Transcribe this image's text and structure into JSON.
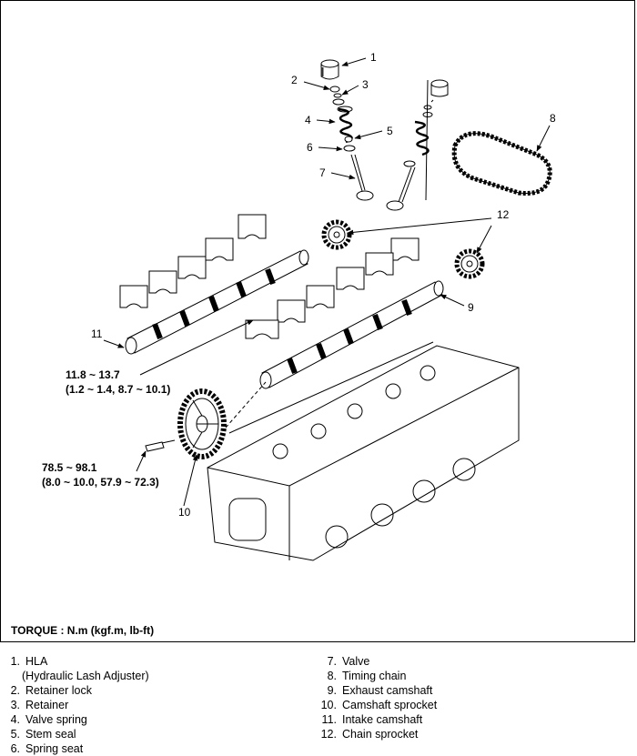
{
  "callouts": {
    "c1": "1",
    "c2": "2",
    "c3": "3",
    "c4": "4",
    "c5": "5",
    "c6": "6",
    "c7": "7",
    "c8": "8",
    "c9": "9",
    "c10": "10",
    "c11": "11",
    "c12": "12"
  },
  "torque_specs": {
    "camshaft_cap": {
      "value": "11.8 ~ 13.7",
      "alt": "(1.2 ~ 1.4, 8.7 ~ 10.1)"
    },
    "sprocket_bolt": {
      "value": "78.5 ~ 98.1",
      "alt": "(8.0 ~ 10.0, 57.9 ~ 72.3)"
    }
  },
  "torque_unit_title": "TORQUE : N.m (kgf.m, lb-ft)",
  "legend": {
    "left": [
      {
        "num": "1.",
        "label": "HLA",
        "sub": "(Hydraulic Lash Adjuster)"
      },
      {
        "num": "2.",
        "label": "Retainer lock"
      },
      {
        "num": "3.",
        "label": "Retainer"
      },
      {
        "num": "4.",
        "label": "Valve spring"
      },
      {
        "num": "5.",
        "label": "Stem seal"
      },
      {
        "num": "6.",
        "label": "Spring seat"
      }
    ],
    "right": [
      {
        "num": "7.",
        "label": "Valve"
      },
      {
        "num": "8.",
        "label": "Timing chain"
      },
      {
        "num": "9.",
        "label": "Exhaust camshaft"
      },
      {
        "num": "10.",
        "label": "Camshaft sprocket"
      },
      {
        "num": "11.",
        "label": "Intake camshaft"
      },
      {
        "num": "12.",
        "label": "Chain sprocket"
      }
    ]
  }
}
